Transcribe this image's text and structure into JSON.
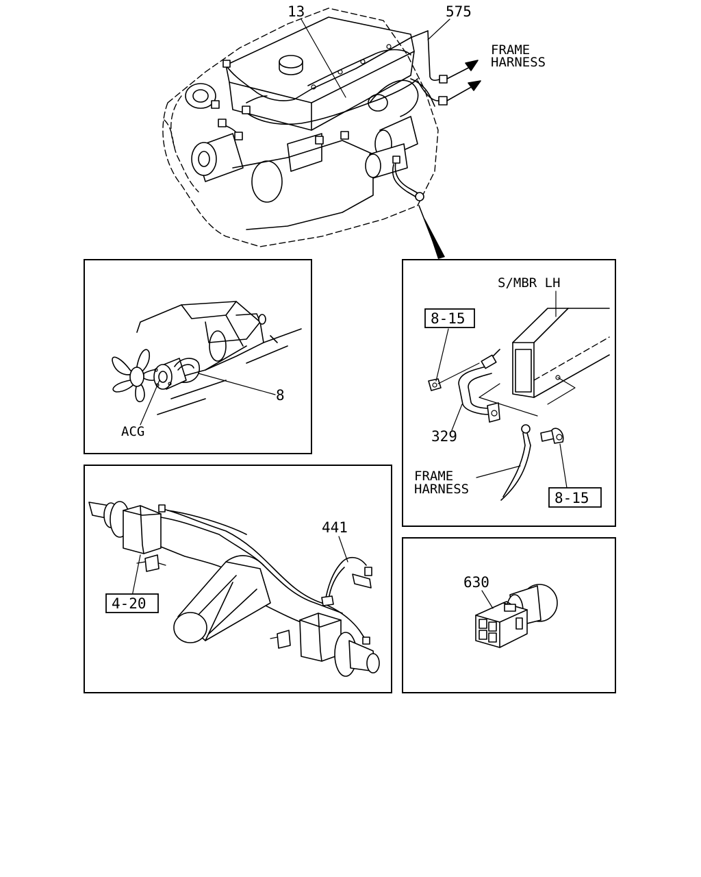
{
  "engine": {
    "part_13": "13",
    "part_575": "575",
    "frame_harness_line1": "FRAME",
    "frame_harness_line2": "HARNESS"
  },
  "panel_acg": {
    "part_8": "8",
    "acg_label": "ACG"
  },
  "panel_ground": {
    "smbr_label": "S/MBR LH",
    "ref_top": "8-15",
    "ref_bottom": "8-15",
    "part_329": "329",
    "frame_harness_line1": "FRAME",
    "frame_harness_line2": "HARNESS"
  },
  "panel_axle": {
    "part_441": "441",
    "ref_4_20": "4-20"
  },
  "panel_connector": {
    "part_630": "630"
  }
}
